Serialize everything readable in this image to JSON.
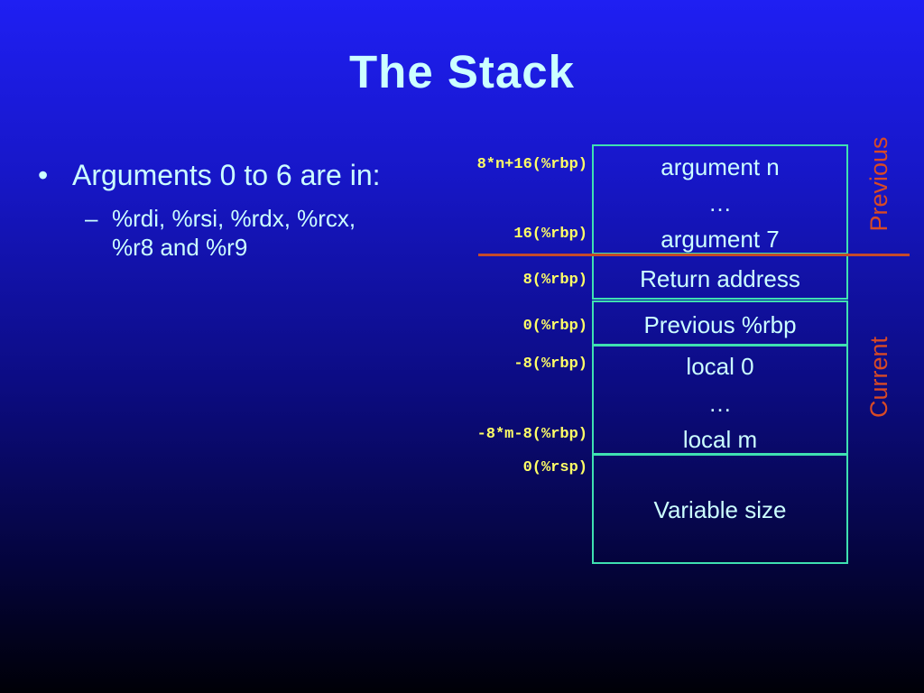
{
  "title": "The Stack",
  "bullets": [
    {
      "mark": "•",
      "text": "Arguments 0 to 6 are in:",
      "sub": {
        "mark": "–",
        "text": "%rdi, %rsi, %rdx, %rcx, %r8 and %r9"
      }
    }
  ],
  "stack": {
    "addresses": [
      "8*n+16(%rbp)",
      "16(%rbp)",
      "8(%rbp)",
      "0(%rbp)",
      "-8(%rbp)",
      "-8*m-8(%rbp)",
      "0(%rsp)"
    ],
    "cells": [
      "argument n",
      "…",
      "argument 7",
      "Return address",
      "Previous %rbp",
      "local 0",
      "…",
      "local m",
      "Variable size"
    ],
    "side_labels": {
      "previous": "Previous",
      "current": "Current"
    }
  },
  "colors": {
    "background_top": "#1f1ff3",
    "background_bottom": "#000007",
    "text": "#ccffff",
    "address_text": "#ffff66",
    "box_border": "#3fe0b1",
    "frame_label": "#d84a25",
    "divider": "#c64a2a"
  }
}
